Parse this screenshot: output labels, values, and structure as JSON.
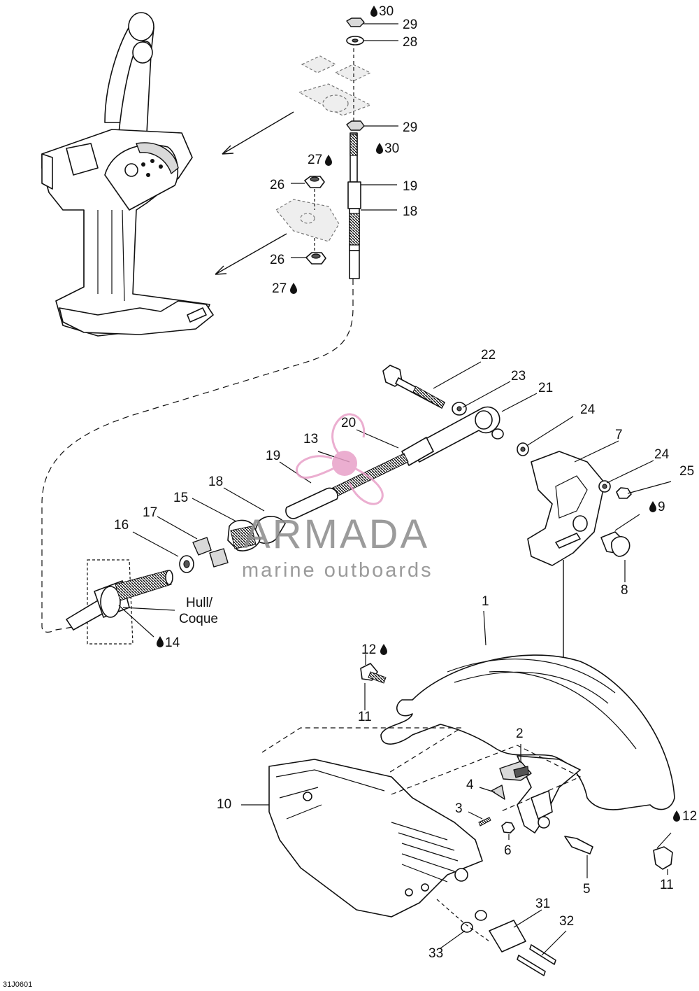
{
  "callouts": {
    "c30a": "30",
    "c29a": "29",
    "c28": "28",
    "c29b": "29",
    "c30b": "30",
    "c27a": "27",
    "c26a": "26",
    "c19a": "19",
    "c18a": "18",
    "c26b": "26",
    "c27b": "27",
    "c22": "22",
    "c23": "23",
    "c21": "21",
    "c20": "20",
    "c24a": "24",
    "c13": "13",
    "c7": "7",
    "c19b": "19",
    "c24b": "24",
    "c25": "25",
    "c18b": "18",
    "c15": "15",
    "c9": "9",
    "c17": "17",
    "c16": "16",
    "c8": "8",
    "c14": "14",
    "c1": "1",
    "c12a": "12",
    "c11a": "11",
    "c2": "2",
    "c4": "4",
    "c3": "3",
    "c6": "6",
    "c10": "10",
    "c12b": "12",
    "c5": "5",
    "c11b": "11",
    "c31": "31",
    "c32": "32",
    "c33": "33"
  },
  "hull_label": {
    "line1": "Hull/",
    "line2": "Coque"
  },
  "watermark": {
    "brand": "ARMADA",
    "tagline": "marine outboards",
    "accent": "#e8a0c8"
  },
  "figure_code": "31J0601",
  "icons": {
    "lubricant": "oil-drop-icon"
  }
}
